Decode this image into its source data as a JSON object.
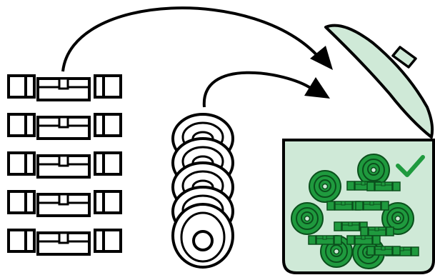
{
  "colors": {
    "stroke": "#000000",
    "background": "#ffffff",
    "container_fill": "#cfe9d7",
    "part_fill": "#1f9a3e",
    "part_dark": "#0b4f1c",
    "check": "#1f9a3e"
  },
  "icons": {
    "arrows": [
      "curved-arrow-icon",
      "curved-arrow-icon"
    ],
    "container": "storage-pot-icon",
    "lid": "pot-lid-icon",
    "status": "checkmark-icon"
  },
  "groups": {
    "cylinders": {
      "count": 5,
      "item": "lock-cylinder-icon"
    },
    "discs": {
      "count": 5,
      "item": "disc-part-icon"
    },
    "stored_parts": {
      "cylinders": 10,
      "discs": 6,
      "item_state": "completed"
    }
  }
}
